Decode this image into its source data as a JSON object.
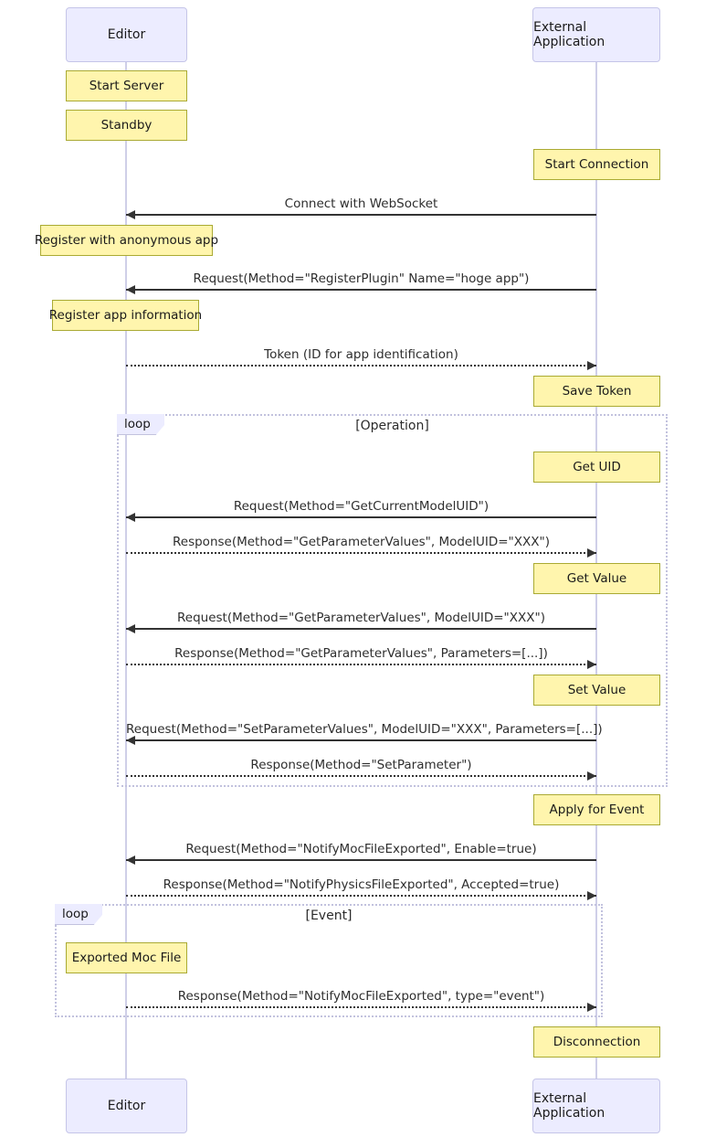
{
  "colors": {
    "actor_fill": "#ECECFF",
    "actor_border": "#c5c5e8",
    "note_fill": "#fff5ad",
    "note_border": "#aaaa33",
    "message_line": "#333333",
    "loop_frame_border": "#c2c2de",
    "lifeline": "#cfcfe8"
  },
  "actors": {
    "editor": "Editor",
    "external_application": "External Application"
  },
  "notes": {
    "start_server": "Start Server",
    "standby": "Standby",
    "start_connection": "Start Connection",
    "register_anonymous": "Register with anonymous app",
    "register_info": "Register app information",
    "save_token": "Save Token",
    "get_uid": "Get UID",
    "get_value": "Get Value",
    "set_value": "Set Value",
    "apply_for_event": "Apply for Event",
    "exported_moc_file": "Exported Moc File",
    "disconnection": "Disconnection"
  },
  "messages": {
    "connect": "Connect with WebSocket",
    "register_plugin": "Request(Method=\"RegisterPlugin\" Name=\"hoge app\")",
    "token": "Token (ID for app identification)",
    "req_get_uid": "Request(Method=\"GetCurrentModelUID\")",
    "resp_get_uid": "Response(Method=\"GetParameterValues\", ModelUID=\"XXX\")",
    "req_get_value": "Request(Method=\"GetParameterValues\", ModelUID=\"XXX\")",
    "resp_get_value": "Response(Method=\"GetParameterValues\", Parameters=[...])",
    "req_set_value": "Request(Method=\"SetParameterValues\", ModelUID=\"XXX\", Parameters=[...])",
    "resp_set_value": "Response(Method=\"SetParameter\")",
    "req_notify": "Request(Method=\"NotifyMocFileExported\", Enable=true)",
    "resp_notify": "Response(Method=\"NotifyPhysicsFileExported\", Accepted=true)",
    "resp_event": "Response(Method=\"NotifyMocFileExported\", type=\"event\")"
  },
  "loops": {
    "operation": {
      "label": "loop",
      "title": "[Operation]"
    },
    "event": {
      "label": "loop",
      "title": "[Event]"
    }
  }
}
